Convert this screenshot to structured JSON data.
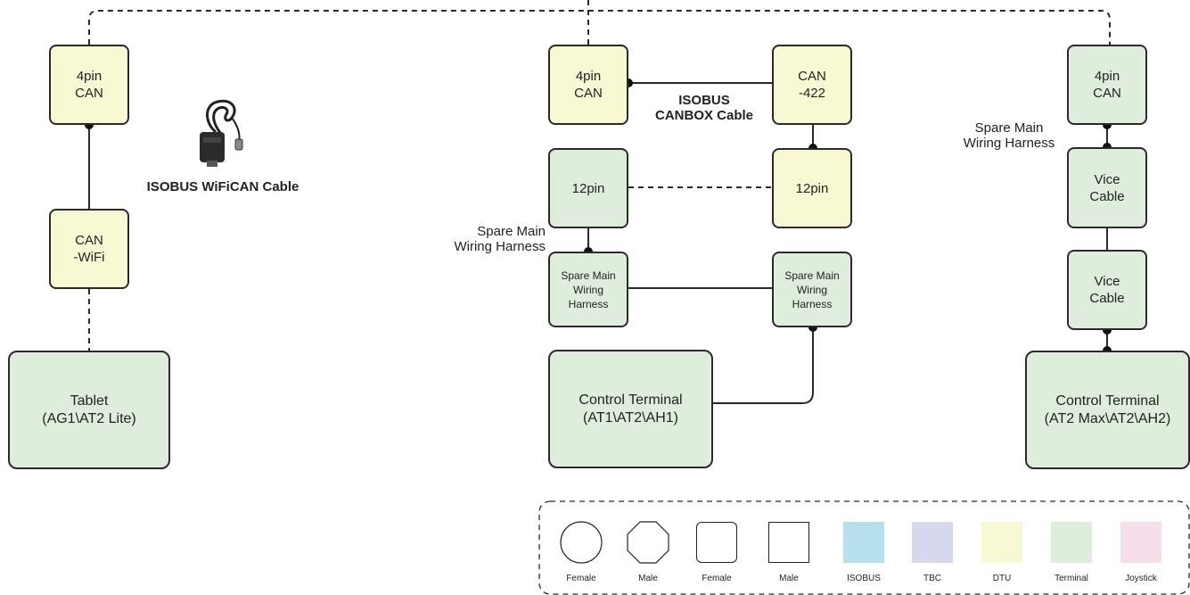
{
  "left": {
    "can4": "4pin\nCAN",
    "canwifi": "CAN\n-WiFi",
    "tablet": "Tablet\n(AG1\\AT2 Lite)",
    "cable_label": "ISOBUS WiFiCAN Cable"
  },
  "middle": {
    "can4": "4pin\nCAN",
    "can422": "CAN\n-422",
    "pin12_left": "12pin",
    "pin12_right": "12pin",
    "harness_left": "Spare Main\nWiring\nHarness",
    "harness_right": "Spare Main\nWiring\nHarness",
    "control": "Control Terminal\n(AT1\\AT2\\AH1)",
    "canbox_label": "ISOBUS\nCANBOX Cable",
    "harness_label": "Spare Main\nWiring Harness"
  },
  "right": {
    "can4": "4pin\nCAN",
    "vice1": "Vice\nCable",
    "vice2": "Vice\nCable",
    "control": "Control Terminal\n(AT2 Max\\AT2\\AH2)",
    "harness_label": "Spare Main\nWiring Harness"
  },
  "legend": [
    {
      "name": "female-circle",
      "label": "Female"
    },
    {
      "name": "male-octagon",
      "label": "Male"
    },
    {
      "name": "female-rounded",
      "label": "Female"
    },
    {
      "name": "male-square",
      "label": "Male"
    },
    {
      "name": "isobus",
      "label": "ISOBUS",
      "color": "#b6e0ec"
    },
    {
      "name": "tbc",
      "label": "TBC",
      "color": "#d6d9ee"
    },
    {
      "name": "dtu",
      "label": "DTU",
      "color": "#f8f8d2"
    },
    {
      "name": "terminal",
      "label": "Terminal",
      "color": "#dfeedc"
    },
    {
      "name": "joystick",
      "label": "Joystick",
      "color": "#f6dfea"
    }
  ]
}
